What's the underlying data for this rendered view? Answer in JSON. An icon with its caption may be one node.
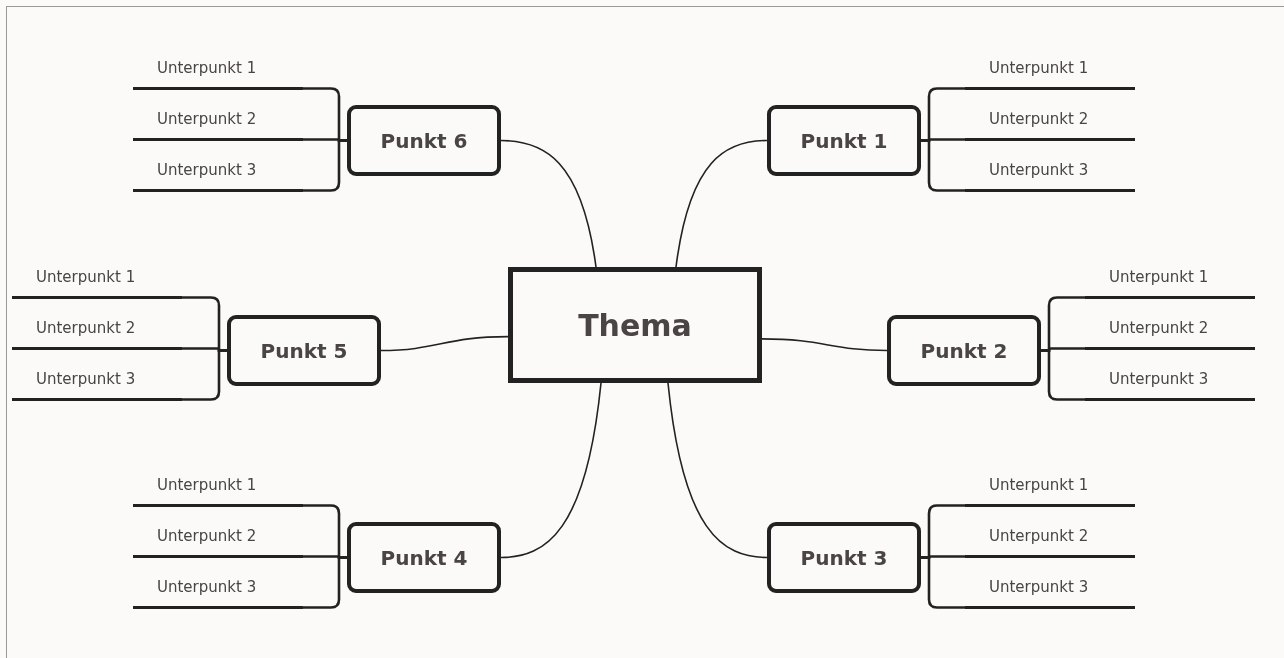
{
  "diagram": {
    "nodes": [
      {
        "text": [
          "Thema"
        ]
      },
      {
        "text": [
          "Punkt 1"
        ]
      },
      {
        "text": [
          "Punkt 2"
        ]
      },
      {
        "text": [
          "Punkt 3"
        ]
      },
      {
        "text": [
          "Punkt 4"
        ]
      },
      {
        "text": [
          "Punkt 5"
        ]
      },
      {
        "text": [
          "Punkt 6"
        ]
      },
      {
        "text": [
          "Unterpunkt 1"
        ]
      },
      {
        "text": [
          "Unterpunkt 2"
        ]
      },
      {
        "text": [
          "Unterpunkt 3"
        ]
      },
      {
        "text": [
          "Unterpunkt 1"
        ]
      },
      {
        "text": [
          "Unterpunkt 2"
        ]
      },
      {
        "text": [
          "Unterpunkt 3"
        ]
      },
      {
        "text": [
          "Unterpunkt 1"
        ]
      },
      {
        "text": [
          "Unterpunkt 2"
        ]
      },
      {
        "text": [
          "Unterpunkt 3"
        ]
      },
      {
        "text": [
          "Unterpunkt 1"
        ]
      },
      {
        "text": [
          "Unterpunkt 2"
        ]
      },
      {
        "text": [
          "Unterpunkt 3"
        ]
      },
      {
        "text": [
          "Unterpunkt 1"
        ]
      },
      {
        "text": [
          "Unterpunkt 2"
        ]
      },
      {
        "text": [
          "Unterpunkt 3"
        ]
      },
      {
        "text": [
          "Unterpunkt 1"
        ]
      },
      {
        "text": [
          "Unterpunkt 2"
        ]
      },
      {
        "text": [
          "Unterpunkt 3"
        ]
      }
    ],
    "edges": [
      {
        "from": 0,
        "to": 1,
        "arrow": "none"
      },
      {
        "from": 0,
        "to": 2,
        "arrow": "none"
      },
      {
        "from": 0,
        "to": 3,
        "arrow": "none"
      },
      {
        "from": 0,
        "to": 4,
        "arrow": "none"
      },
      {
        "from": 0,
        "to": 5,
        "arrow": "none"
      },
      {
        "from": 0,
        "to": 6,
        "arrow": "none"
      },
      {
        "from": 1,
        "to": 7,
        "arrow": "none"
      },
      {
        "from": 1,
        "to": 8,
        "arrow": "none"
      },
      {
        "from": 1,
        "to": 9,
        "arrow": "none"
      },
      {
        "from": 2,
        "to": 10,
        "arrow": "none"
      },
      {
        "from": 2,
        "to": 11,
        "arrow": "none"
      },
      {
        "from": 2,
        "to": 12,
        "arrow": "none"
      },
      {
        "from": 3,
        "to": 13,
        "arrow": "none"
      },
      {
        "from": 3,
        "to": 14,
        "arrow": "none"
      },
      {
        "from": 3,
        "to": 15,
        "arrow": "none"
      },
      {
        "from": 4,
        "to": 16,
        "arrow": "none"
      },
      {
        "from": 4,
        "to": 17,
        "arrow": "none"
      },
      {
        "from": 4,
        "to": 18,
        "arrow": "none"
      },
      {
        "from": 5,
        "to": 19,
        "arrow": "none"
      },
      {
        "from": 5,
        "to": 20,
        "arrow": "none"
      },
      {
        "from": 5,
        "to": 21,
        "arrow": "none"
      },
      {
        "from": 6,
        "to": 22,
        "arrow": "none"
      },
      {
        "from": 6,
        "to": 23,
        "arrow": "none"
      },
      {
        "from": 6,
        "to": 24,
        "arrow": "none"
      }
    ]
  }
}
